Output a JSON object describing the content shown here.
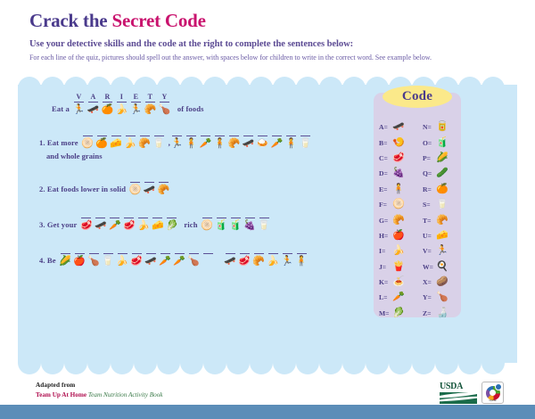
{
  "header": {
    "title_part1": "Crack the ",
    "title_part2": "Secret Code",
    "subtitle": "Use your detective skills and the code at the right to complete the sentences below:",
    "instructions": "For each line of the quiz, pictures should spell out the answer, with spaces below for children to write in the correct word. See example below."
  },
  "colors": {
    "title_primary": "#4a3a8c",
    "title_accent": "#c9136e",
    "panel_blue": "#cce8f8",
    "code_panel": "#d9d1e8",
    "code_title_bubble": "#fbe98a",
    "bottom_bar": "#5b8db8",
    "usda_green": "#1a6b4a"
  },
  "quiz": {
    "example": {
      "prefix": "Eat a",
      "suffix": "of foods",
      "letters": [
        "V",
        "A",
        "R",
        "I",
        "E",
        "T",
        "Y"
      ],
      "pics": [
        "🏃",
        "🛹",
        "🍊",
        "🍌",
        "🏃",
        "🥐",
        "🍗"
      ]
    },
    "items": [
      {
        "number": "1.",
        "prefix": "Eat more",
        "separator": ",",
        "suffix": "",
        "subline": "and whole grains",
        "groups": [
          {
            "count": 6,
            "pics": [
              "🫓",
              "🍊",
              "🧀",
              "🍌",
              "🥐",
              "🥛"
            ]
          },
          {
            "count": 10,
            "pics": [
              "🏃",
              "🧍",
              "🥕",
              "🧍",
              "🥐",
              "🛹",
              "🍛",
              "🥕",
              "🧍",
              "🥛"
            ]
          }
        ]
      },
      {
        "number": "2.",
        "prefix": "Eat foods lower in solid",
        "separator": "",
        "suffix": "",
        "subline": "",
        "groups": [
          {
            "count": 3,
            "pics": [
              "🫓",
              "🛹",
              "🥐"
            ]
          }
        ]
      },
      {
        "number": "3.",
        "prefix": "Get your",
        "separator": "",
        "suffix": "rich",
        "subline": "",
        "groups": [
          {
            "count": 7,
            "pics": [
              "🥩",
              "🛹",
              "🥕",
              "🥩",
              "🍌",
              "🧀",
              "🥬"
            ]
          },
          {
            "count": 5,
            "pics": [
              "🫓",
              "🧃",
              "🧃",
              "🍇",
              "🥛"
            ]
          }
        ]
      },
      {
        "number": "4.",
        "prefix": "Be",
        "separator": "",
        "suffix": "",
        "subline": "",
        "groups": [
          {
            "count": 11,
            "pics": [
              "🌽",
              "🍎",
              "🍗",
              "🥛",
              "🍌",
              "🥩",
              "🛹",
              "🥕",
              "🥕",
              "🍗",
              ""
            ]
          },
          {
            "count": 6,
            "pics": [
              "🛹",
              "🥩",
              "🥐",
              "🍌",
              "🏃",
              "🧍"
            ]
          }
        ]
      }
    ]
  },
  "code": {
    "title": "Code",
    "left": [
      {
        "letter": "A=",
        "pic": "🛹"
      },
      {
        "letter": "B=",
        "pic": "🍤"
      },
      {
        "letter": "C=",
        "pic": "🥩"
      },
      {
        "letter": "D=",
        "pic": "🍇"
      },
      {
        "letter": "E=",
        "pic": "🧍"
      },
      {
        "letter": "F=",
        "pic": "🫓"
      },
      {
        "letter": "G=",
        "pic": "🥐"
      },
      {
        "letter": "H=",
        "pic": "🍎"
      },
      {
        "letter": "I=",
        "pic": "🍌"
      },
      {
        "letter": "J=",
        "pic": "🍟"
      },
      {
        "letter": "K=",
        "pic": "🍝"
      },
      {
        "letter": "L=",
        "pic": "🥕"
      },
      {
        "letter": "M=",
        "pic": "🥬"
      }
    ],
    "right": [
      {
        "letter": "N=",
        "pic": "🥫"
      },
      {
        "letter": "O=",
        "pic": "🧃"
      },
      {
        "letter": "P=",
        "pic": "🌽"
      },
      {
        "letter": "Q=",
        "pic": "🥒"
      },
      {
        "letter": "R=",
        "pic": "🍊"
      },
      {
        "letter": "S=",
        "pic": "🥛"
      },
      {
        "letter": "T=",
        "pic": "🥐"
      },
      {
        "letter": "U=",
        "pic": "🧀"
      },
      {
        "letter": "V=",
        "pic": "🏃"
      },
      {
        "letter": "W=",
        "pic": "🍳"
      },
      {
        "letter": "X=",
        "pic": "🥔"
      },
      {
        "letter": "Y=",
        "pic": "🍗"
      },
      {
        "letter": "Z=",
        "pic": "🍶"
      }
    ]
  },
  "footer": {
    "adapted_from": "Adapted from",
    "source_bold": "Team Up At Home",
    "source_italic": "Team Nutrition Activity Book",
    "usda_label": "USDA",
    "myplate_label": "MyPlate"
  }
}
